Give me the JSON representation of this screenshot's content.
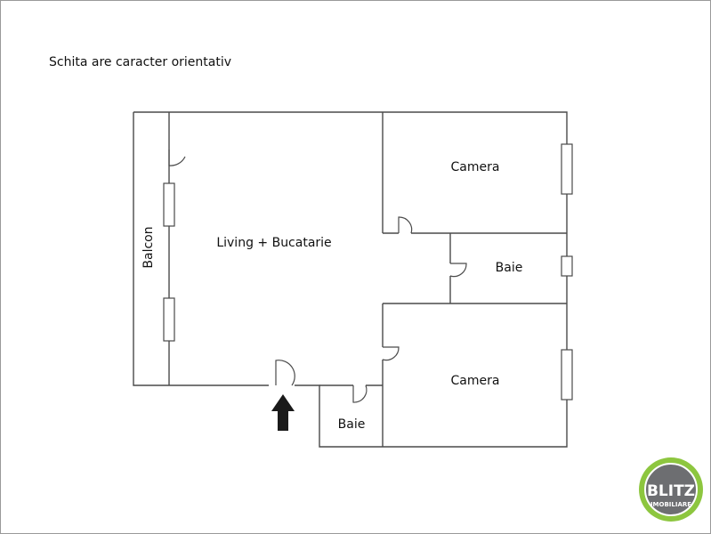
{
  "note": "Schita are caracter orientativ",
  "rooms": {
    "balcon": "Balcon",
    "living": "Living + Bucatarie",
    "camera_top": "Camera",
    "baie_right": "Baie",
    "camera_bottom": "Camera",
    "baie_bottom": "Baie"
  },
  "logo": {
    "name": "BLITZ",
    "subtitle": "IMOBILIARE",
    "colors": {
      "ring": "#8dc63f",
      "inner": "#6d6e71"
    }
  },
  "icons": {
    "entrance": "up-arrow-icon"
  }
}
